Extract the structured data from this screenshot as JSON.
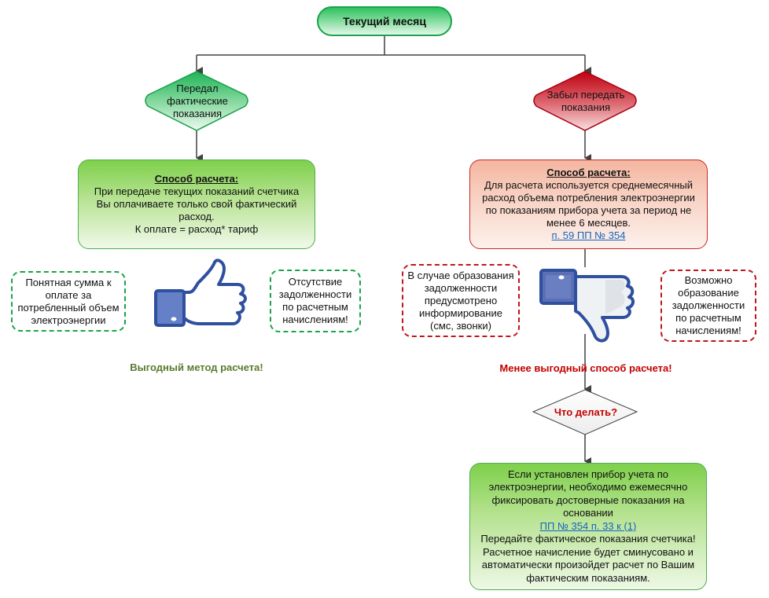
{
  "start": {
    "label": "Текущий месяц"
  },
  "branches": {
    "left": {
      "decision": "Передал фактические показания",
      "method_title": "Способ расчета:",
      "method_lines": [
        "При передаче текущих показаний счетчика",
        "Вы оплачиваете только свой фактический",
        "расход.",
        "К оплате = расход* тариф"
      ],
      "note_left": "Понятная сумма к оплате за потребленный объем электроэнергии",
      "note_right": "Отсутствие задолженности по расчетным начислениям!",
      "icon": "thumbs-up-icon",
      "verdict": "Выгодный метод расчета!"
    },
    "right": {
      "decision": "Забыл передать показания",
      "method_title": "Способ расчета:",
      "method_lines": [
        "Для расчета используется среднемесячный",
        "расход объема потребления электроэнергии",
        "по показаниям прибора учета за период не",
        "менее 6 месяцев."
      ],
      "method_link": "п. 59 ПП № 354",
      "note_left": "В случае образования задолженности предусмотрено информирование (смс, звонки)",
      "note_right": "Возможно образование задолженности по расчетным начислениям!",
      "icon": "thumbs-down-icon",
      "verdict": "Менее выгодный способ расчета!",
      "question": "Что делать?",
      "action_lines_1": [
        "Если установлен прибор учета по",
        "электроэнергии, необходимо ежемесячно",
        "фиксировать достоверные показания на",
        "основании"
      ],
      "action_link": "ПП № 354 п. 33 к (1)",
      "action_lines_2": [
        "Передайте фактическое показания счетчика!",
        "Расчетное начисление будет сминусовано и",
        "автоматически произойдет расчет по Вашим",
        "фактическим показаниям."
      ]
    }
  },
  "colors": {
    "green_accent": "#1aa34a",
    "red_accent": "#c0161c",
    "link": "#1565c0",
    "verdict_green": "#5a7a2c",
    "verdict_red": "#c40000",
    "thumb_blue": "#3b5998"
  }
}
